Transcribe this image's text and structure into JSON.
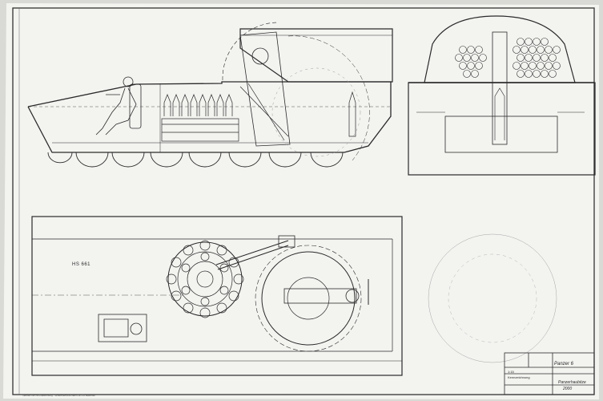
{
  "drawing": {
    "designation_label": "HS 661",
    "title_block": {
      "sheet": "Panzer 6",
      "scale": "1:15",
      "project": "Kennzeichnung",
      "title": "Panzerhaubitze",
      "year": "2000"
    },
    "footer_note": "Vertrieb nur mit Zustimmung · Schutzvermerk nach DIN 34 beachten"
  },
  "colors": {
    "paper": "#f3f3f0",
    "ink": "#2b2b2b",
    "background": "#d9d9d6"
  },
  "icons": [
    "crew-figure-icon",
    "ammunition-carousel-icon",
    "turret-ring-icon"
  ]
}
